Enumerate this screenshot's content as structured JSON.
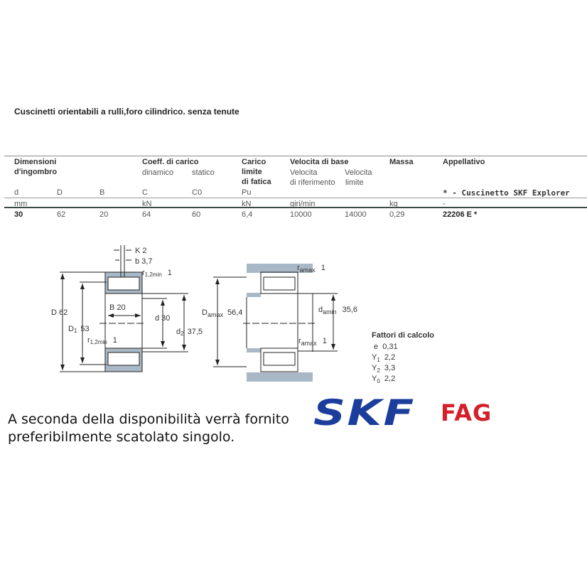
{
  "title": "Cuscinetti orientabili a rulli,foro cilindrico. senza tenute",
  "table": {
    "groups": {
      "dim1": "Dimensioni",
      "dim2": "d'ingombro",
      "coeff": "Coeff. di carico",
      "dinamico": "dinamico",
      "statico": "statico",
      "carico1": "Carico",
      "carico2": "limite",
      "carico3": "di fatica",
      "vel": "Velocita di base",
      "vel_ref1": "Velocita",
      "vel_ref2": "di riferimento",
      "vel_lim1": "Velocita",
      "vel_lim2": "limite",
      "massa": "Massa",
      "appellativo": "Appellativo"
    },
    "symbols": [
      "d",
      "D",
      "B",
      "C",
      "C0",
      "Pu"
    ],
    "explorer_note": "* - Cuscinetto SKF Explorer",
    "units": {
      "mm": "mm",
      "kN1": "kN",
      "kN2": "kN",
      "speed": "giri/min",
      "kg": "kg",
      "dash": "-"
    },
    "row": {
      "d": "30",
      "D": "62",
      "B": "20",
      "C": "64",
      "C0": "60",
      "Pu": "6,4",
      "ref_speed": "10000",
      "lim_speed": "14000",
      "mass": "0,29",
      "designation": "22206 E *"
    }
  },
  "diagram": {
    "K": "K  2",
    "b": "b  3,7",
    "r12_top": "r",
    "r12_sub": "1,2min",
    "r12_val": "1",
    "D": "D  62",
    "D1": "D",
    "D1_sub": "1",
    "D1_val": "53",
    "B": "B  20",
    "d": "d  30",
    "d2": "d",
    "d2_sub": "2",
    "d2_val": "37,5",
    "ramax": "r",
    "ramax_sub": "amax",
    "ramax_val": "1",
    "Damax": "D",
    "Damax_sub": "amax",
    "Damax_val": "56,4",
    "damin": "d",
    "damin_sub": "amin",
    "damin_val": "35,6"
  },
  "factors": {
    "title": "Fattori di calcolo",
    "items": [
      {
        "sym": "e",
        "sub": "",
        "val": "0,31"
      },
      {
        "sym": "Y",
        "sub": "1",
        "val": "2,2"
      },
      {
        "sym": "Y",
        "sub": "2",
        "val": "3,3"
      },
      {
        "sym": "Y",
        "sub": "0",
        "val": "2,2"
      }
    ]
  },
  "notice": {
    "line1": "A seconda della disponibilità verrà fornito",
    "line2": "preferibilmente scatolato singolo."
  },
  "logos": {
    "skf": "SKF",
    "fag": "FAG"
  },
  "colors": {
    "skf_blue": "#1b3d9b",
    "fag_red": "#d4202a",
    "section_gray": "#a9b8c6"
  }
}
